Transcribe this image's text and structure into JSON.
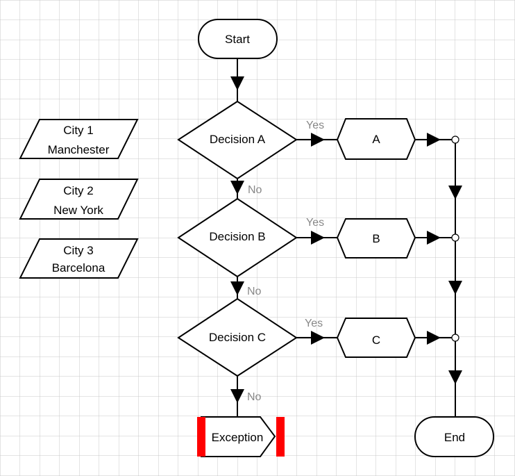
{
  "nodes": {
    "start": "Start",
    "decision_a": "Decision A",
    "decision_b": "Decision B",
    "decision_c": "Decision C",
    "a": "A",
    "b": "B",
    "c": "C",
    "exception": "Exception",
    "end": "End"
  },
  "cities": [
    {
      "line1": "City 1",
      "line2": "Manchester"
    },
    {
      "line1": "City 2",
      "line2": "New York"
    },
    {
      "line1": "City 3",
      "line2": "Barcelona"
    }
  ],
  "edge_labels": {
    "yes": "Yes",
    "no": "No"
  },
  "colors": {
    "grid": "#c8c8c8",
    "gray_label": "#888888",
    "exception_bar": "#ff0000"
  }
}
